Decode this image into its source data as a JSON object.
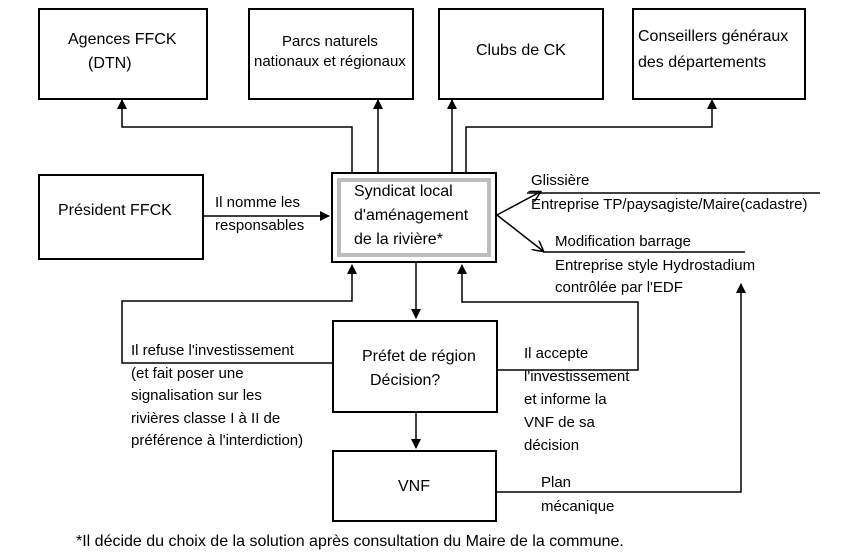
{
  "boxes": {
    "agences": {
      "line1": "Agences FFCK",
      "line2": "(DTN)"
    },
    "parcs": {
      "line1": "Parcs naturels",
      "line2": "nationaux et régionaux"
    },
    "clubs": {
      "line1": "Clubs de CK"
    },
    "conseillers": {
      "line1": "Conseillers généraux",
      "line2": "des départements"
    },
    "president": {
      "line1": "Président FFCK"
    },
    "syndicat": {
      "line1": "Syndicat local",
      "line2": "d'aménagement",
      "line3": "de la rivière*"
    },
    "prefet": {
      "line1": "Préfet de région",
      "line2": "Décision?"
    },
    "vnf": {
      "line1": "VNF"
    }
  },
  "labels": {
    "nomme": {
      "line1": "Il nomme les",
      "line2": "responsables"
    },
    "glissiere": {
      "line1": "Glissière",
      "line2": "Entreprise TP/paysagiste/Maire(cadastre)"
    },
    "barrage": {
      "line1": "Modification barrage",
      "line2": "Entreprise style Hydrostadium",
      "line3": "contrôlée par l'EDF"
    },
    "refuse": {
      "line1": "Il refuse l'investissement",
      "line2": "(et fait poser une",
      "line3": "signalisation sur les",
      "line4": "rivières classe I à II de",
      "line5": "préférence à l'interdiction)"
    },
    "accepte": {
      "line1": "Il accepte",
      "line2": "l'investissement",
      "line3": "et informe la",
      "line4": "VNF de sa",
      "line5": "décision"
    },
    "plan": {
      "line1": "Plan",
      "line2": "mécanique"
    }
  },
  "footnote": "*Il décide du choix de la solution après consultation du Maire de la commune."
}
